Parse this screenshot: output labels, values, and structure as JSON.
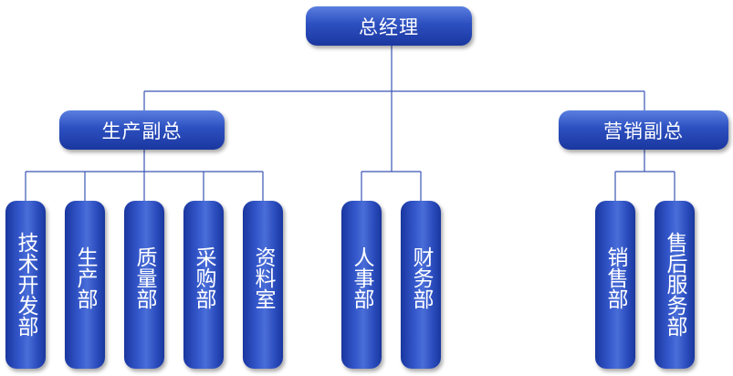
{
  "org_chart": {
    "top": "总经理",
    "vp_production": "生产副总",
    "vp_marketing": "营销副总",
    "departments": {
      "tech_dev": "技术开发部",
      "production": "生产部",
      "quality": "质量部",
      "procurement": "采购部",
      "documents": "资料室",
      "hr": "人事部",
      "finance": "财务部",
      "sales": "销售部",
      "after_sales": "售后服务部"
    }
  },
  "colors": {
    "node_blue": "#2c4fc0",
    "line_blue": "#3a55b5",
    "text": "#ffffff"
  }
}
